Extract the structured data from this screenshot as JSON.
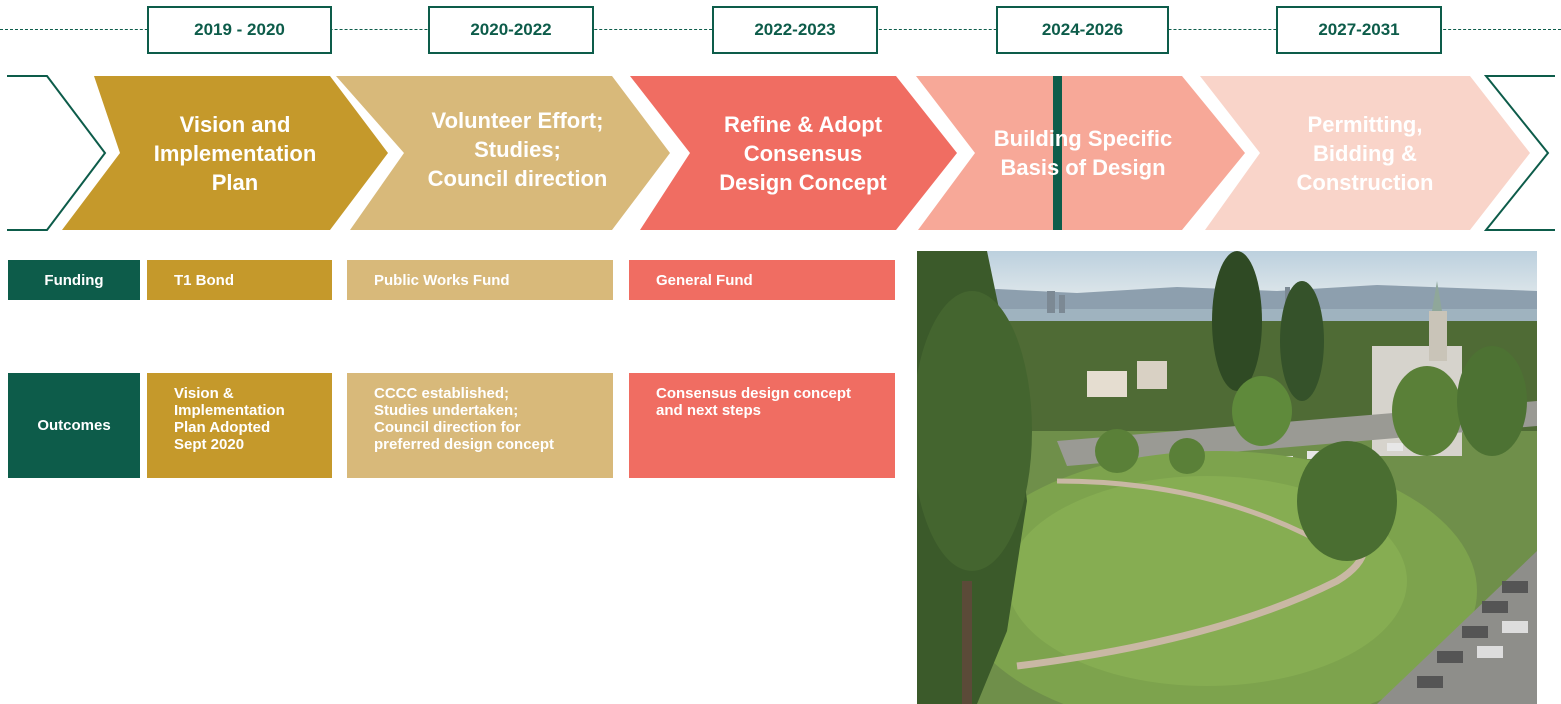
{
  "periods": [
    "2019 - 2020",
    "2020-2022",
    "2022-2023",
    "2024-2026",
    "2027-2031"
  ],
  "phases": [
    {
      "label": "Vision and\nImplementation\nPlan",
      "color": "#c5992b"
    },
    {
      "label": "Volunteer Effort;\nStudies;\nCouncil direction",
      "color": "#d8b97a"
    },
    {
      "label": "Refine & Adopt\nConsensus\nDesign Concept",
      "color": "#f06d62"
    },
    {
      "label": "Building Specific\nBasis of Design",
      "color": "#f7a898"
    },
    {
      "label": "Permitting,\nBidding &\nConstruction",
      "color": "#f9d4c9"
    }
  ],
  "rows": {
    "funding": {
      "label": "Funding",
      "cells": [
        "T1 Bond",
        "Public Works Fund",
        "General Fund"
      ]
    },
    "outcomes": {
      "label": "Outcomes",
      "cells": [
        "Vision &\nImplementation\nPlan Adopted\nSept 2020",
        "CCCC established;\nStudies undertaken;\nCouncil direction for\npreferred design concept",
        "Consensus design concept\nand next steps"
      ]
    }
  },
  "colors": {
    "accent_green": "#0d5c4a",
    "gold": "#c5992b",
    "tan": "#d8b97a",
    "coral": "#f06d62",
    "salmon": "#f7a898",
    "peach": "#f9d4c9"
  }
}
